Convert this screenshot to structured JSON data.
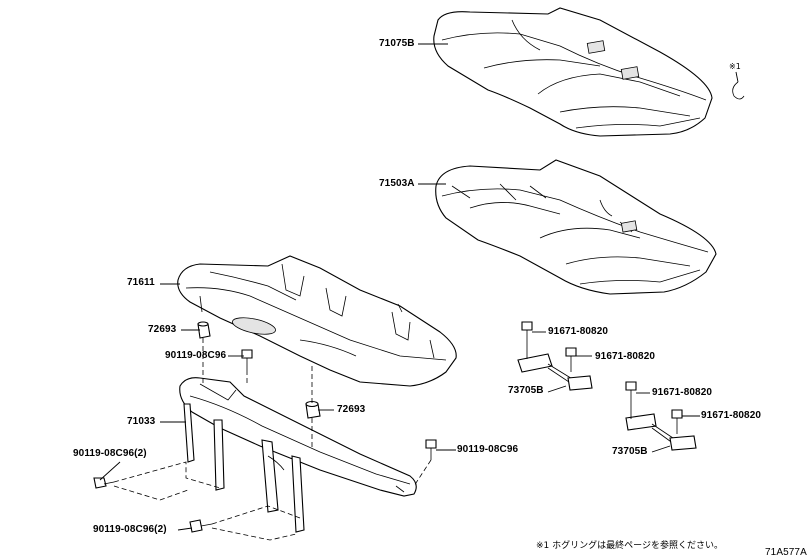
{
  "diagram_id": "71A577A",
  "footnote": "※1 ホグリングは最終ページを参照ください。",
  "mark_ref": "※1",
  "parts": {
    "cushion_cover": "71075B",
    "cushion_pad": "71503A",
    "cushion_frame": "71611",
    "frame_sub_assy": "71033",
    "clip_upper": "72693",
    "clip_lower": "72693",
    "bolt_upper": "90119-08C96",
    "bolt_right": "90119-08C96",
    "bolt_left_1": "90119-08C96(2)",
    "bolt_left_2": "90119-08C96(2)",
    "lock_1": "73705B",
    "lock_2": "73705B",
    "screw_1": "91671-80820",
    "screw_2": "91671-80820",
    "screw_3": "91671-80820",
    "screw_4": "91671-80820"
  }
}
